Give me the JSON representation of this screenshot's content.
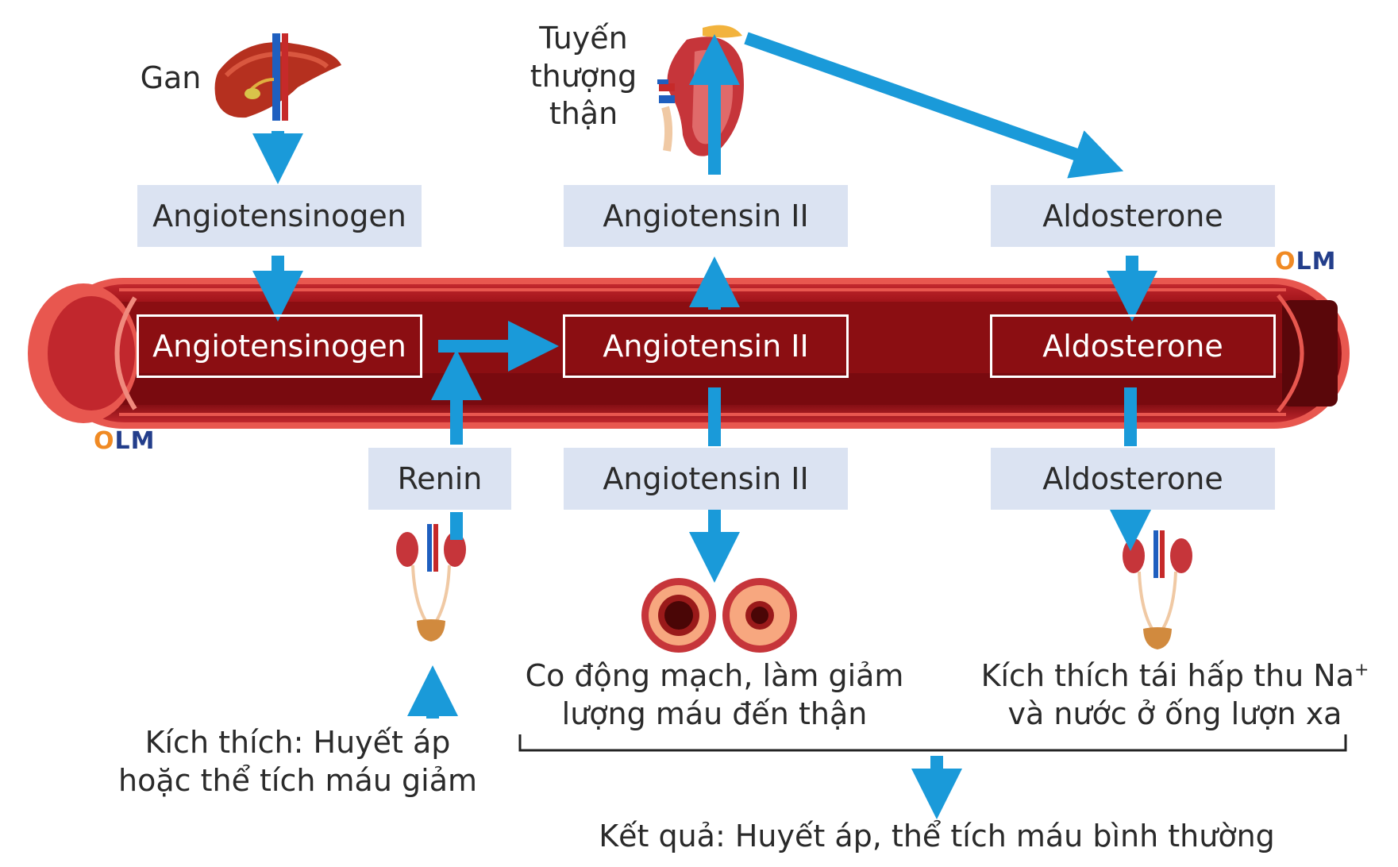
{
  "organs": {
    "liver_label": "Gan",
    "adrenal_label_lines": [
      "Tuyến",
      "thượng",
      "thận"
    ]
  },
  "boxes_outside": {
    "angiotensinogen": "Angiotensinogen",
    "angiotensin_top": "Angiotensin II",
    "aldosterone_top": "Aldosterone",
    "renin": "Renin",
    "angiotensin_bottom": "Angiotensin II",
    "aldosterone_bottom": "Aldosterone"
  },
  "boxes_vessel": {
    "angiotensinogen": "Angiotensinogen",
    "angiotensin": "Angiotensin II",
    "aldosterone": "Aldosterone"
  },
  "effects": {
    "vasoconstriction_line1": "Co động mạch, làm giảm",
    "vasoconstriction_line2": "lượng máu đến thận",
    "reabsorption_line1": "Kích thích tái hấp thu Na",
    "reabsorption_sup": "+",
    "reabsorption_line2": "và nước ở ống lượn xa"
  },
  "stimulus": {
    "line1": "Kích thích: Huyết áp",
    "line2": "hoặc thể tích máu giảm"
  },
  "result": "Kết quả: Huyết áp, thể tích máu bình thường",
  "watermark": {
    "text_o": "O",
    "text_rest": "LM"
  },
  "colors": {
    "arrow": "#1a9ad9",
    "vessel_dark": "#8b0e12",
    "vessel_mid": "#c1272d",
    "vessel_light": "#e8574f",
    "box_light": "#dbe3f2"
  }
}
